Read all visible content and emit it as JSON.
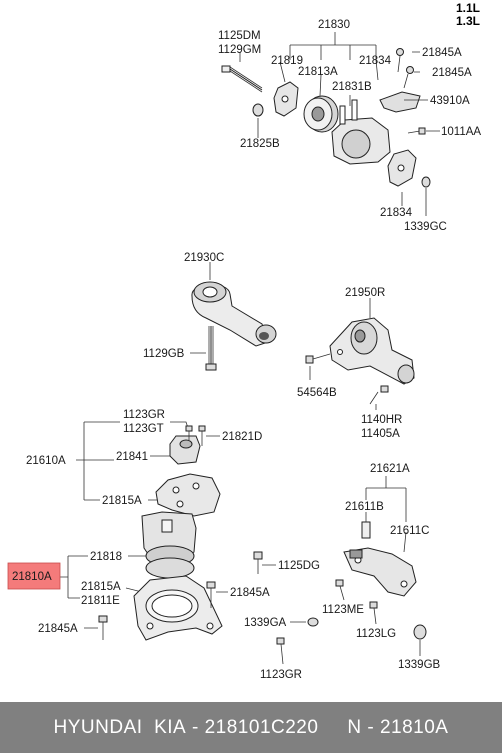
{
  "engine": [
    "1.1L",
    "1.3L"
  ],
  "labels": {
    "l1125DM": "1125DM",
    "l1129GM": "1129GM",
    "l21830": "21830",
    "l21819": "21819",
    "l21813A": "21813A",
    "l21834a": "21834",
    "l21845A_a": "21845A",
    "l21845A_b": "21845A",
    "l21831B": "21831B",
    "l43910A": "43910A",
    "l1011AA": "1011AA",
    "l21825B": "21825B",
    "l21834b": "21834",
    "l1339GC": "1339GC",
    "l21930C": "21930C",
    "l1129GB": "1129GB",
    "l21950R": "21950R",
    "l54564B": "54564B",
    "l1140HR": "1140HR",
    "l11405A": "11405A",
    "l1123GR_a": "1123GR",
    "l1123GT": "1123GT",
    "l21821D": "21821D",
    "l21610A": "21610A",
    "l21841": "21841",
    "l21815A_a": "21815A",
    "l21621A": "21621A",
    "l21611B": "21611B",
    "l21611C": "21611C",
    "l21818": "21818",
    "l21810A": "21810A",
    "l1125DG": "1125DG",
    "l21815A_b": "21815A",
    "l21811E": "21811E",
    "l21845A_c": "21845A",
    "l21845A_d": "21845A",
    "l1339GA": "1339GA",
    "l1123ME": "1123ME",
    "l1123LG": "1123LG",
    "l1339GB": "1339GB",
    "l1123GR_b": "1123GR"
  },
  "colors": {
    "highlight": "#f47b7b",
    "footer_bg": "#808080"
  },
  "footer": {
    "brand": "HYUNDAI  KIA",
    "separator": " - ",
    "oem_number": "218101C220",
    "spacer": "     ",
    "n_prefix": "N - ",
    "part_number": "21810A"
  }
}
